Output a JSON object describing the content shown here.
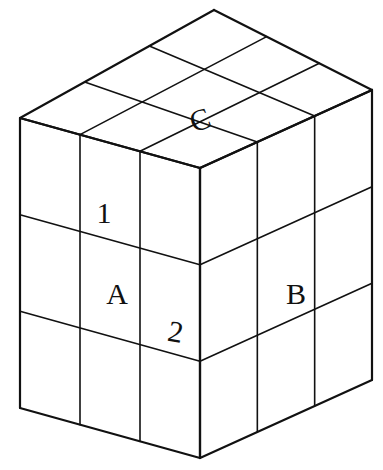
{
  "diagram": {
    "labels": [
      "C",
      "1",
      "A",
      "2",
      "B"
    ]
  }
}
